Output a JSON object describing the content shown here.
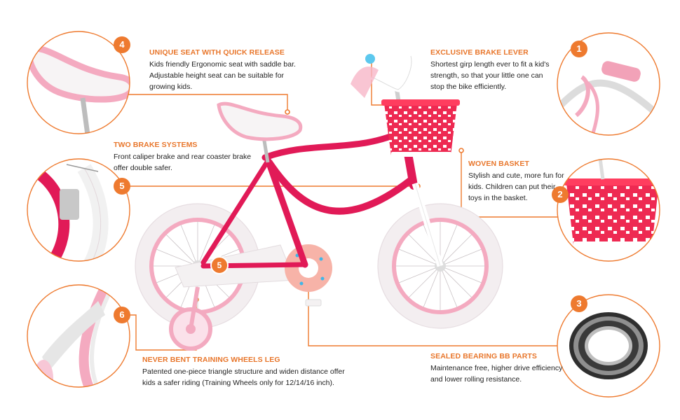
{
  "colors": {
    "accent": "#ee7a2f",
    "frame": "#e11a57",
    "pink_light": "#f7c7d6",
    "text": "#1f1f1f"
  },
  "features": [
    {
      "number": "1",
      "title": "EXCLUSIVE BRAKE LEVER",
      "body": "Shortest girp length ever to fit a kid's strength, so that your little one can stop the bike efficiently."
    },
    {
      "number": "2",
      "title": "WOVEN BASKET",
      "body": "Stylish and cute, more fun for kids. Children can put their toys in the basket."
    },
    {
      "number": "3",
      "title": "SEALED BEARING BB PARTS",
      "body": "Maintenance free, higher drive efficiency and lower rolling resistance."
    },
    {
      "number": "4",
      "title": "UNIQUE SEAT WITH QUICK RELEASE",
      "body": " Kids friendly Ergonomic seat with saddle bar. Adjustable height seat can be suitable for growing kids."
    },
    {
      "number": "5",
      "title": "TWO BRAKE SYSTEMS",
      "body": "Front caliper brake and rear coaster brake offer double safer."
    },
    {
      "number": "6",
      "title": "NEVER BENT TRAINING WHEELS LEG",
      "body": "Patented one-piece triangle structure and widen distance offer kids a safer riding (Training Wheels only for 12/14/16 inch)."
    }
  ],
  "markers": {
    "rear_brake": "5"
  }
}
